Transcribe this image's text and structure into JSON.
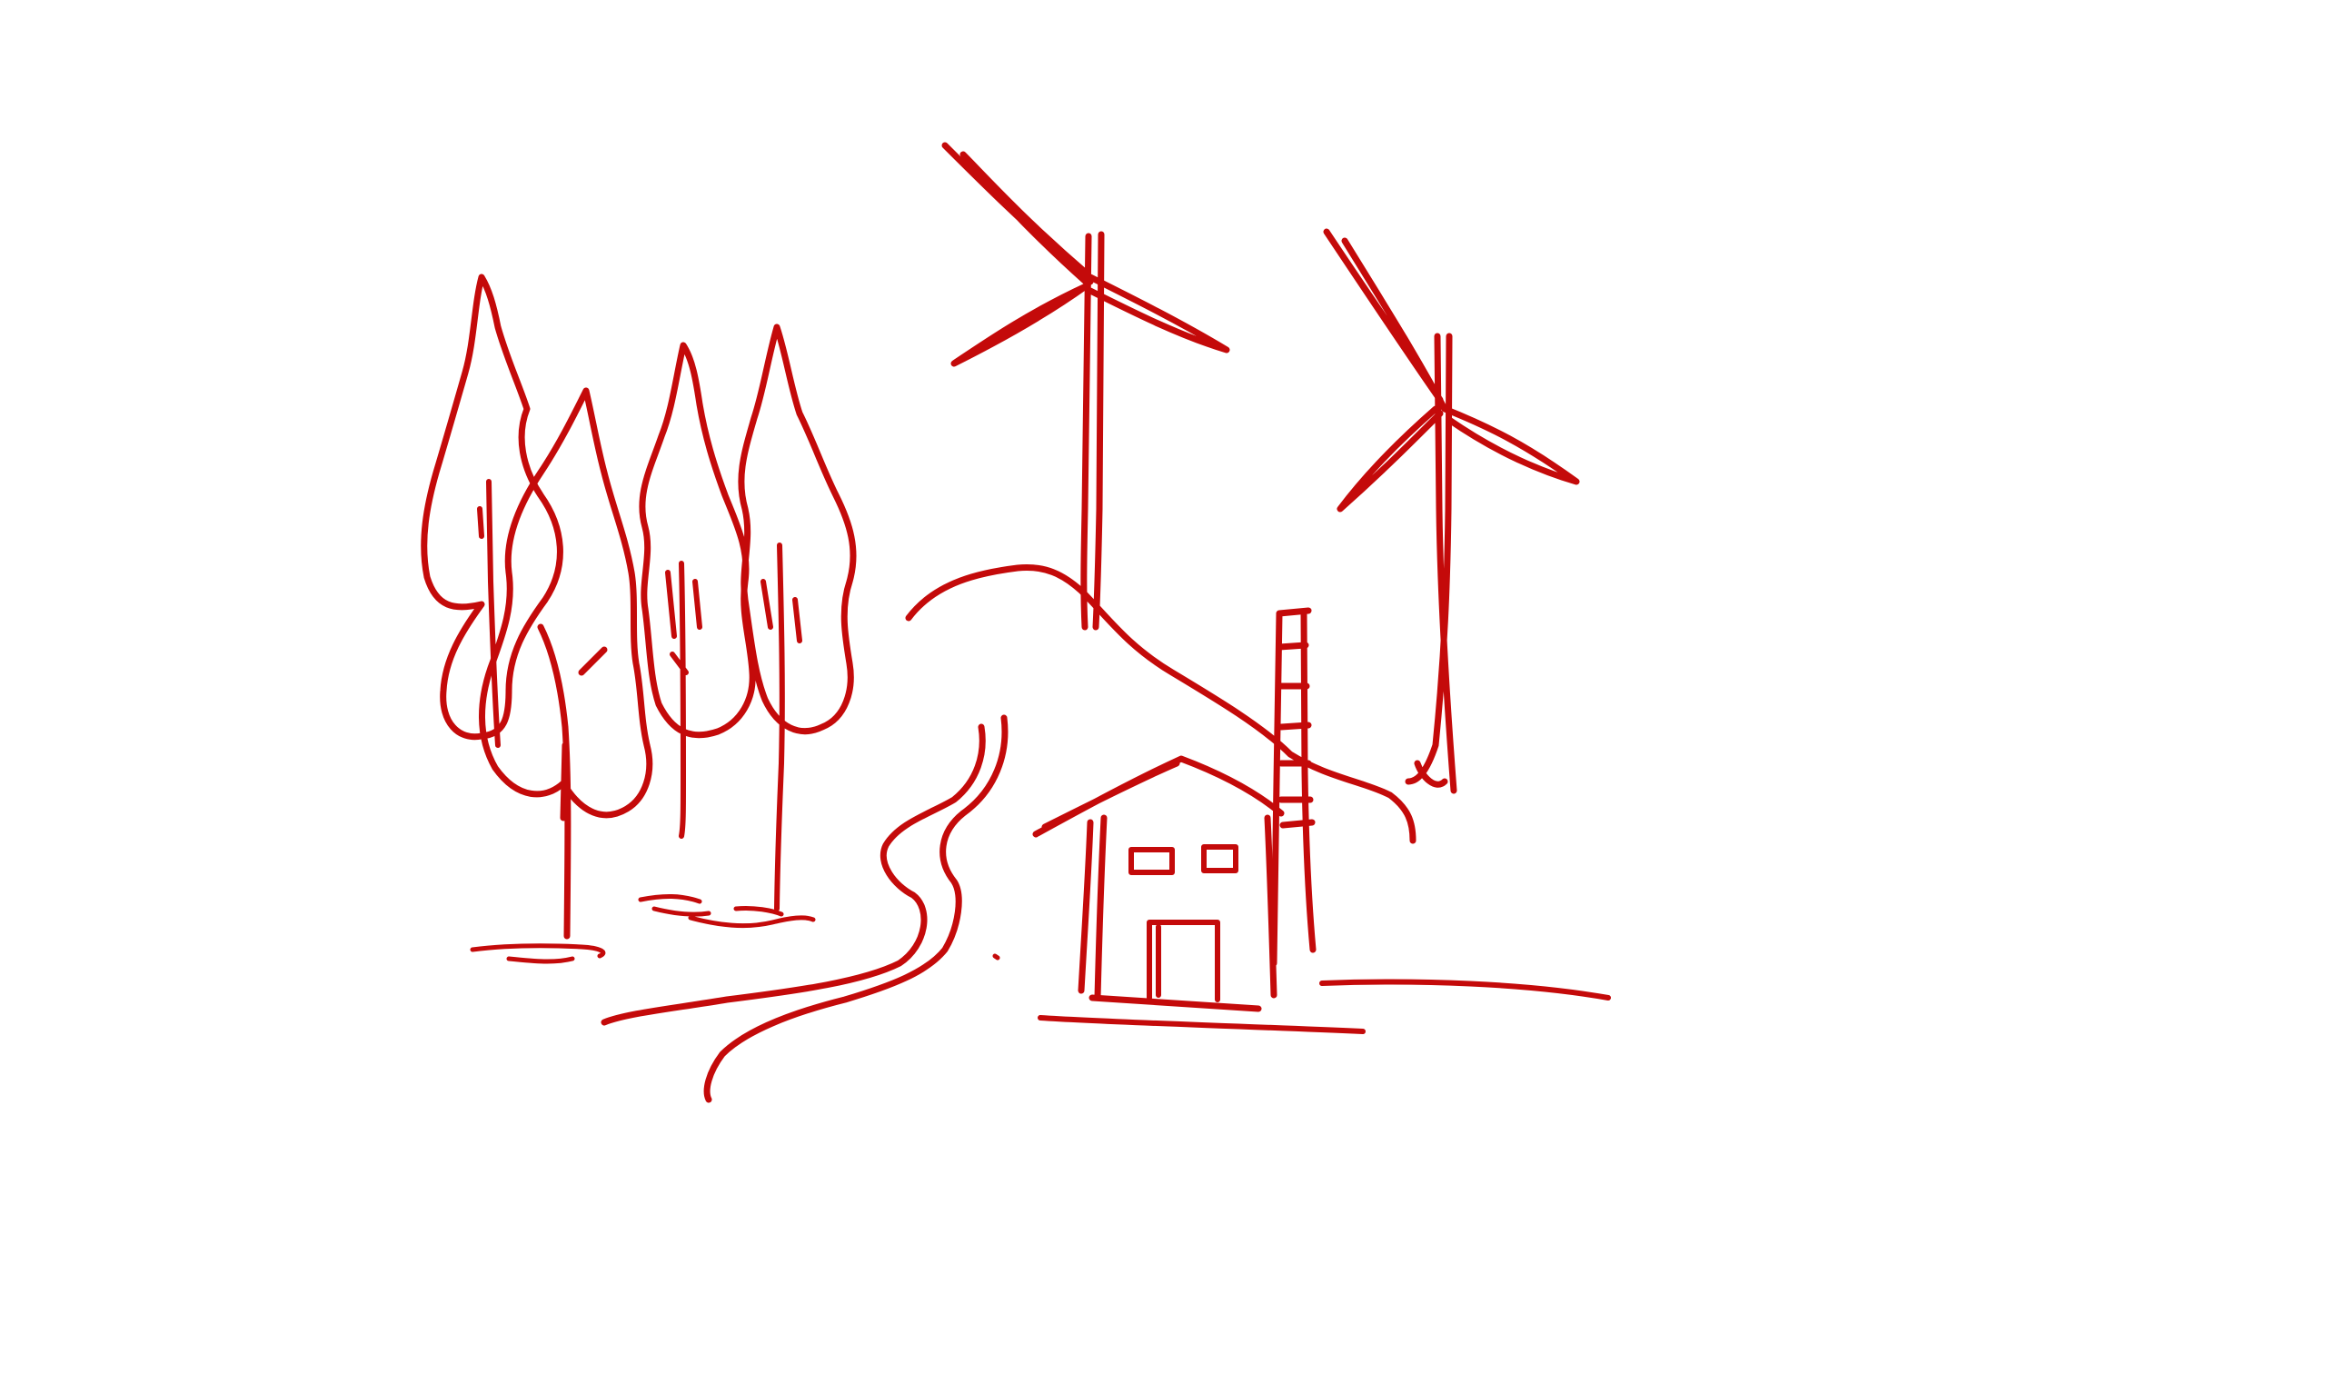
{
  "sketch": {
    "ink_color": "#c40a0a",
    "background_color": "#ffffff",
    "subjects": [
      "tree",
      "tree",
      "tree",
      "tree",
      "wind-turbine",
      "wind-turbine",
      "hill",
      "house",
      "chimney",
      "path",
      "ground-line"
    ]
  }
}
